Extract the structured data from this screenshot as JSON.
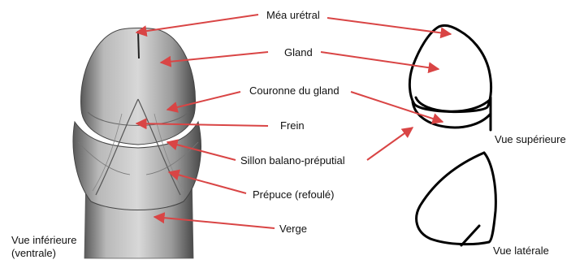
{
  "labels": {
    "meatus": "Méa urétral",
    "glans": "Gland",
    "corona": "Couronne du gland",
    "frenulum": "Frein",
    "sulcus": "Sillon balano-préputial",
    "prepuce": "Prépuce (refoulé)",
    "shaft": "Verge"
  },
  "views": {
    "inferior_line1": "Vue inférieure",
    "inferior_line2": "(ventrale)",
    "superior": "Vue supérieure",
    "lateral": "Vue latérale"
  },
  "colors": {
    "arrow": "#d94545",
    "ink": "#111111",
    "line_art": "#000000"
  }
}
